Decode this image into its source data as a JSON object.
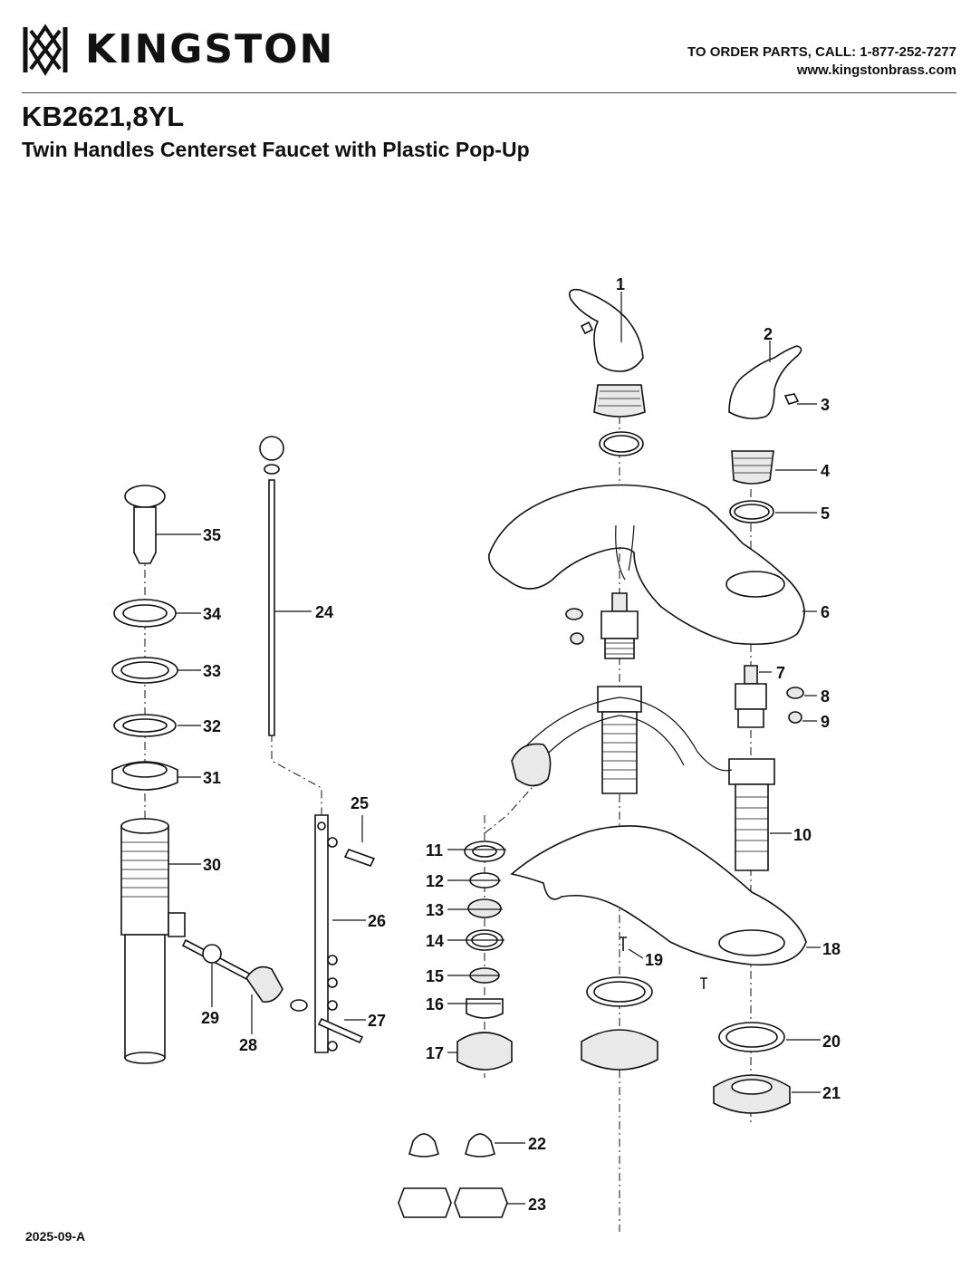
{
  "brand": {
    "name": "KINGSTON"
  },
  "order": {
    "phone_line": "TO ORDER PARTS, CALL: 1-877-252-7277",
    "website": "www.kingstonbrass.com"
  },
  "product": {
    "model": "KB2621,8YL",
    "title": "Twin Handles Centerset Faucet with Plastic Pop-Up"
  },
  "callouts": [
    "1",
    "2",
    "3",
    "4",
    "5",
    "6",
    "7",
    "8",
    "9",
    "10",
    "11",
    "12",
    "13",
    "14",
    "15",
    "16",
    "17",
    "18",
    "19",
    "20",
    "21",
    "22",
    "23",
    "24",
    "25",
    "26",
    "27",
    "28",
    "29",
    "30",
    "31",
    "32",
    "33",
    "34",
    "35"
  ],
  "revision": "2025-09-A"
}
